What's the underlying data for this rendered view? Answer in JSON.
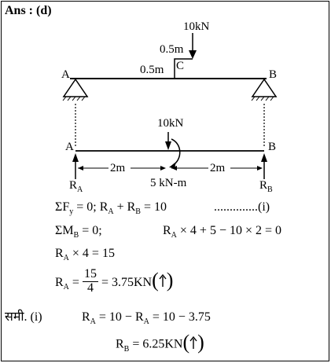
{
  "answer": "Ans : (d)",
  "diagram1": {
    "load_label": "10kN",
    "offset_top": "0.5m",
    "offset_side": "0.5m",
    "point_c": "C",
    "point_a": "A",
    "point_b": "B"
  },
  "diagram2": {
    "point_a": "A",
    "point_b": "B",
    "force_label": "10kN",
    "span_left": "2m",
    "span_right": "2m",
    "moment_label": "5 kN-m",
    "reaction_a": "R",
    "reaction_a_sub": "A",
    "reaction_b": "R",
    "reaction_b_sub": "B"
  },
  "equations": {
    "eq1": "ΣF",
    "eq1_sub": "y",
    "eq1_rest": " = 0;  R",
    "eq1_ra_sub": "A",
    "eq1_plus": " + R",
    "eq1_rb_sub": "B",
    "eq1_end": " = 10",
    "eq1_ref": "..............(i)",
    "eq2": "ΣM",
    "eq2_sub": "B",
    "eq2_rest": " = 0;",
    "eq2_right": "R",
    "eq2_right_sub": "A",
    "eq2_right_rest": " × 4 + 5 − 10 × 2 = 0",
    "eq3": "R",
    "eq3_sub": "A",
    "eq3_rest": " × 4 = 15",
    "eq4": "R",
    "eq4_sub": "A",
    "eq4_eq": " = ",
    "eq4_num": "15",
    "eq4_den": "4",
    "eq4_rest": " = 3.75KN",
    "eq5_label": "समी. (i)",
    "eq5": "R",
    "eq5_sub": "A",
    "eq5_rest": " = 10 − R",
    "eq5_sub2": "A",
    "eq5_end": " = 10 − 3.75",
    "eq6": "R",
    "eq6_sub": "B",
    "eq6_rest": " = 6.25KN"
  }
}
